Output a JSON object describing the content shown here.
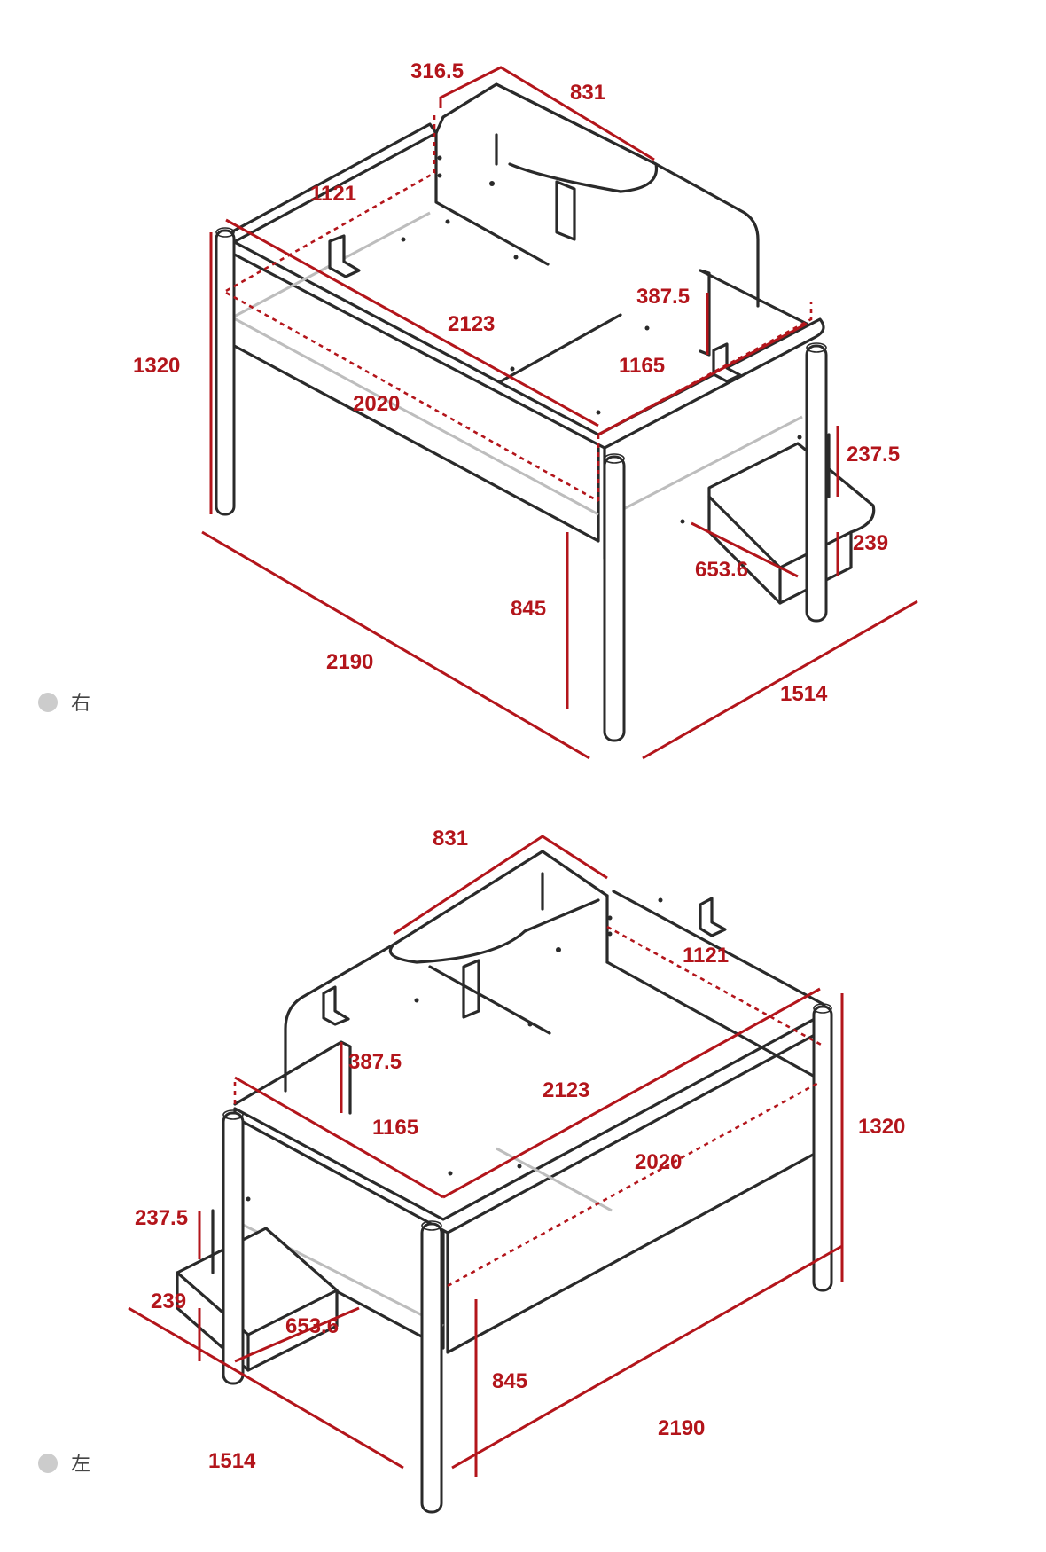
{
  "views": [
    {
      "caption": "右",
      "dimensions": {
        "shelf_depth": "316.5",
        "shelf_width": "831",
        "inner_width": "1121",
        "guard_height": "387.5",
        "inner_length": "2123",
        "opening": "1165",
        "total_height": "1320",
        "mattress_length": "2020",
        "step_height_upper": "237.5",
        "step_height_lower": "239",
        "step_width": "653.6",
        "under_clearance": "845",
        "overall_length": "2190",
        "overall_width": "1514"
      }
    },
    {
      "caption": "左",
      "dimensions": {
        "shelf_width": "831",
        "inner_width": "1121",
        "guard_height": "387.5",
        "inner_length": "2123",
        "opening": "1165",
        "total_height": "1320",
        "mattress_length": "2020",
        "step_height_upper": "237.5",
        "step_height_lower": "239",
        "step_width": "653.6",
        "under_clearance": "845",
        "overall_length": "2190",
        "overall_width": "1514"
      }
    }
  ],
  "colors": {
    "dimension": "#b3151b",
    "line": "#2a2a2a",
    "caption_dot": "#cccccc"
  }
}
